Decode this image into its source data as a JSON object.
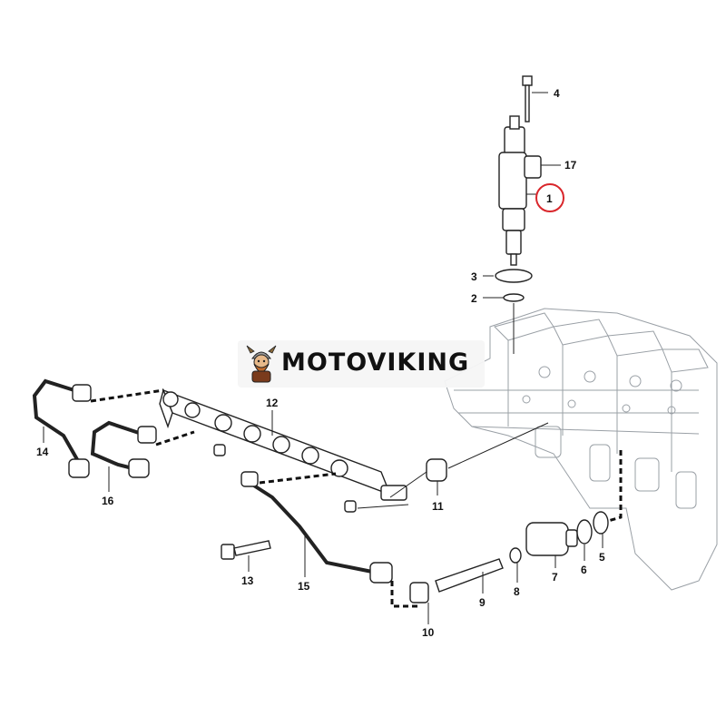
{
  "brand": {
    "name": "MOTOVIKING"
  },
  "highlight_color": "#d9262b",
  "parts": {
    "p1": "1",
    "p2": "2",
    "p3": "3",
    "p4": "4",
    "p5": "5",
    "p6": "6",
    "p7": "7",
    "p8": "8",
    "p9": "9",
    "p10": "10",
    "p11": "11",
    "p12": "12",
    "p13": "13",
    "p14": "14",
    "p15": "15",
    "p16": "16",
    "p17": "17"
  },
  "highlighted_part": "1"
}
